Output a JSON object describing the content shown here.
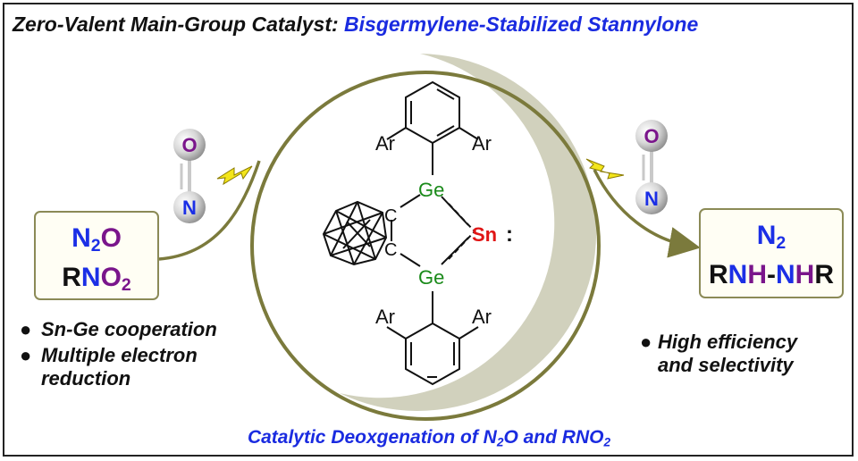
{
  "title": {
    "prefix": "Zero-Valent Main-Group Catalyst:",
    "highlight": "Bisgermylene-Stabilized Stannylone"
  },
  "left_box": {
    "line1": [
      {
        "t": "N",
        "c": "blue"
      },
      {
        "t": "2",
        "c": "blue",
        "sub": true
      },
      {
        "t": "O",
        "c": "purple"
      }
    ],
    "line2": [
      {
        "t": "R",
        "c": "black"
      },
      {
        "t": "N",
        "c": "blue"
      },
      {
        "t": "O",
        "c": "purple"
      },
      {
        "t": "2",
        "c": "purple",
        "sub": true
      }
    ]
  },
  "right_box": {
    "line1": [
      {
        "t": "N",
        "c": "blue"
      },
      {
        "t": "2",
        "c": "blue",
        "sub": true
      }
    ],
    "line2": [
      {
        "t": "R",
        "c": "black"
      },
      {
        "t": "N",
        "c": "blue"
      },
      {
        "t": "H",
        "c": "purple"
      },
      {
        "t": "-",
        "c": "black"
      },
      {
        "t": "N",
        "c": "blue"
      },
      {
        "t": "H",
        "c": "purple"
      },
      {
        "t": "R",
        "c": "black"
      }
    ]
  },
  "left_bullets": [
    "Sn-Ge cooperation",
    "Multiple electron",
    "reduction"
  ],
  "right_bullets": [
    "High efficiency",
    "and selectivity"
  ],
  "bullet_glyph": "●",
  "molecule": {
    "aryl_top_left": "Ar",
    "aryl_top_right": "Ar",
    "aryl_bottom_left": "Ar",
    "aryl_bottom_right": "Ar",
    "ge_top": "Ge",
    "ge_bottom": "Ge",
    "c_top": "C",
    "c_bottom": "C",
    "sn": "Sn",
    "lone_pair": ":"
  },
  "no_molecule": {
    "o": "O",
    "n": "N"
  },
  "caption": {
    "text": "Catalytic Deoxgenation of N",
    "sub": "2",
    "tail": "O and RNO",
    "sub2": "2"
  },
  "colors": {
    "arrow": "#7b7a3c",
    "shadow": "#c9c9b2",
    "ge": "#1a8a1a",
    "sn": "#e01515",
    "blue": "#1b2fe6",
    "purple": "#7a158b",
    "bolt": "#f3e51a"
  }
}
